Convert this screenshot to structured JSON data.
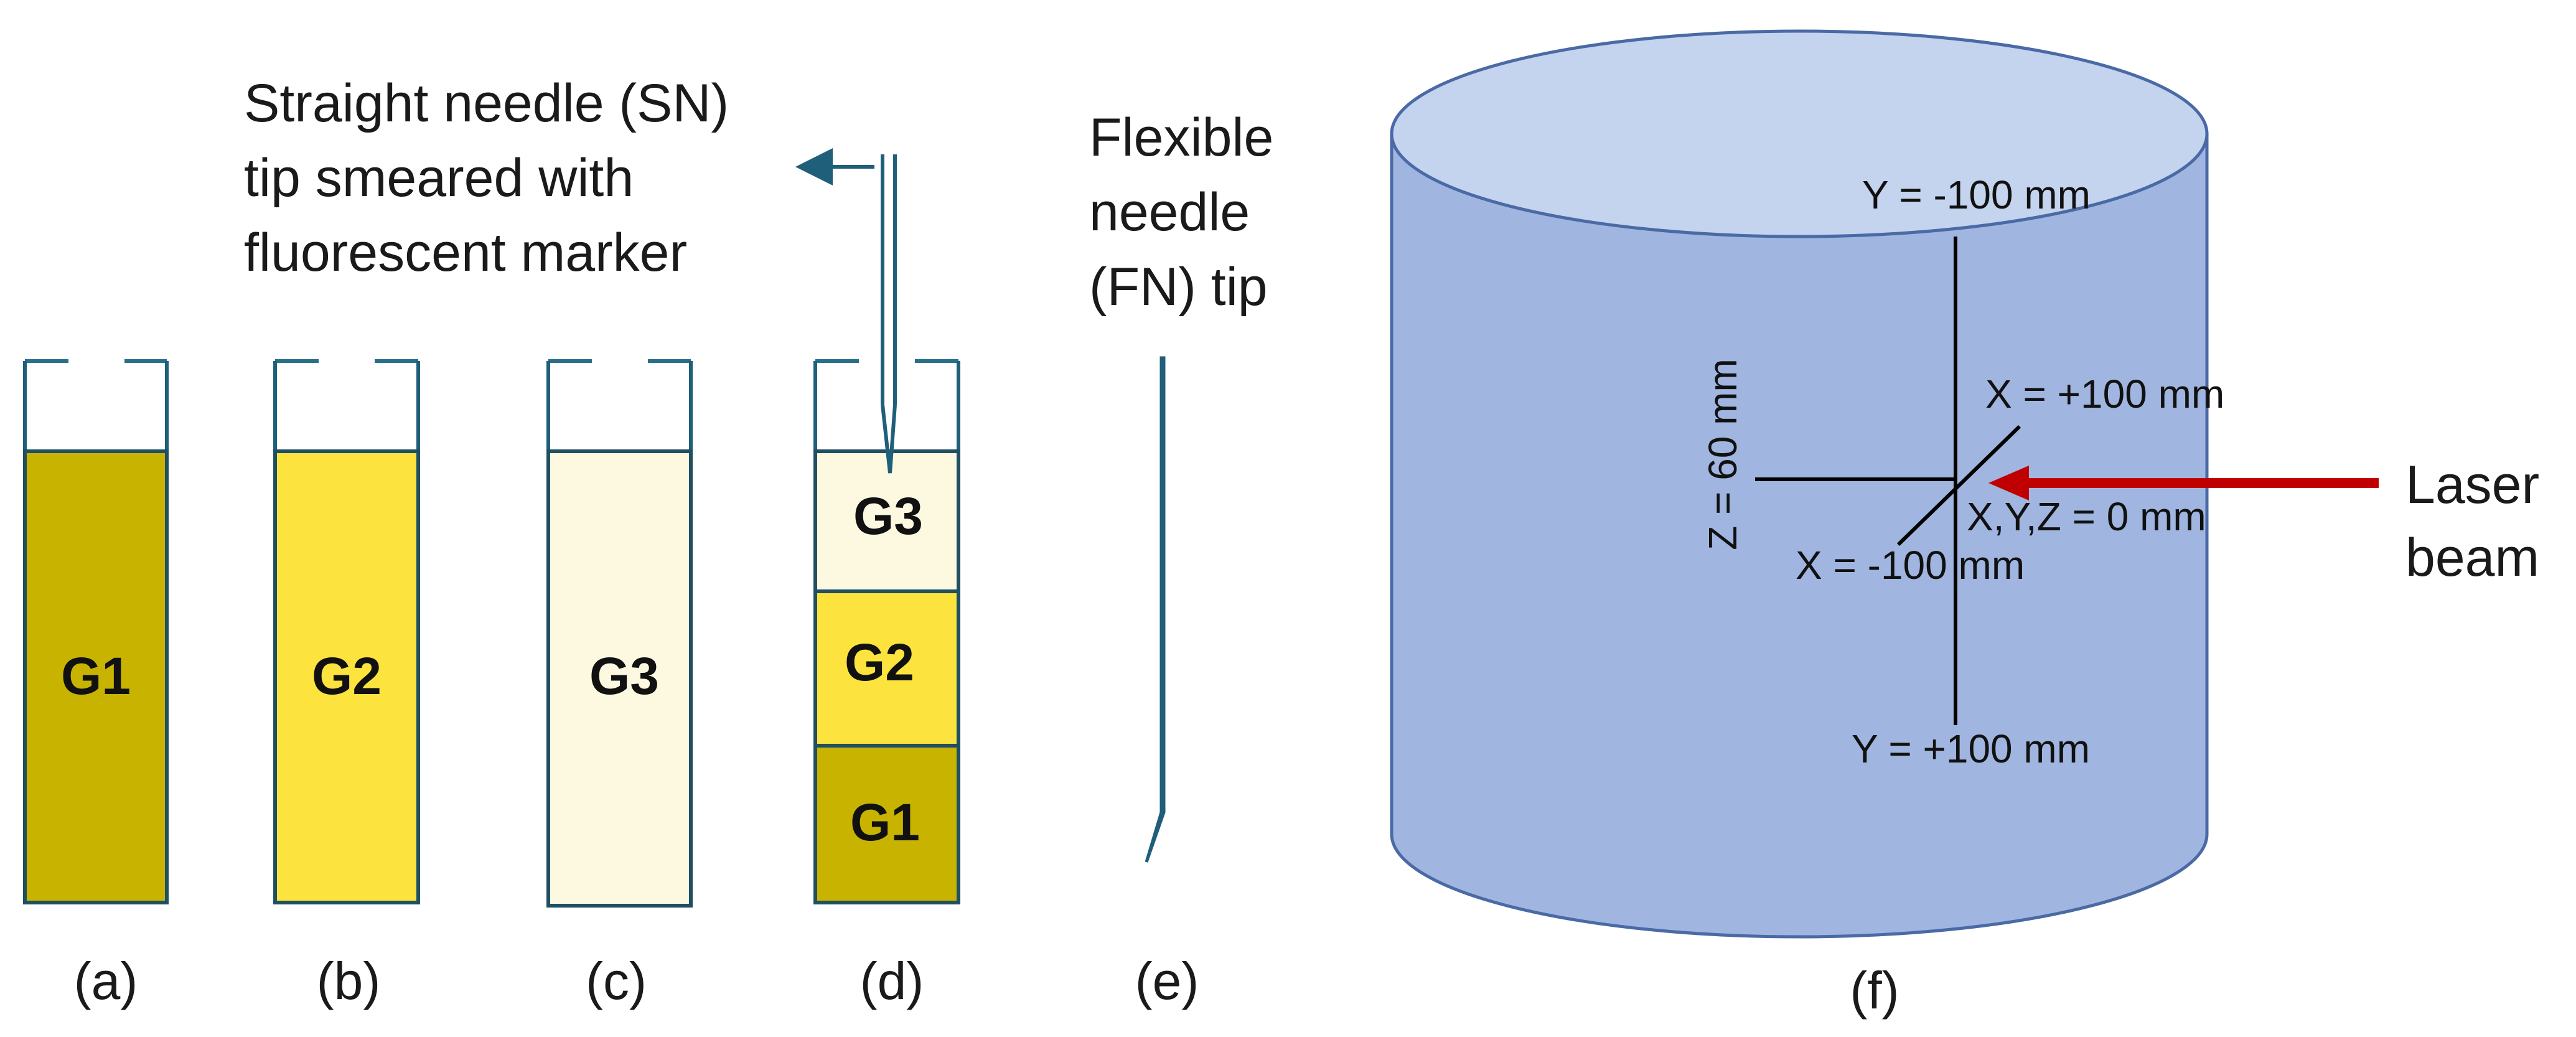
{
  "colors": {
    "g1": "#c8b400",
    "g2": "#fce33d",
    "g3": "#fdf9e1",
    "tube_outline": "#1f5f7a",
    "cylinder_body": "#a0b6e0",
    "cylinder_top": "#c4d3ee",
    "cylinder_edge": "#4a6aa5",
    "laser": "#c00000"
  },
  "tubes": [
    {
      "caption": "(a)",
      "gel": "G1"
    },
    {
      "caption": "(b)",
      "gel": "G2"
    },
    {
      "caption": "(c)",
      "gel": "G3"
    },
    {
      "caption": "(d)",
      "layers": [
        "G3",
        "G2",
        "G1"
      ]
    }
  ],
  "straight_needle": {
    "line1": "Straight needle (SN)",
    "line2": "tip smeared with",
    "line3": "fluorescent marker"
  },
  "flexible_needle": {
    "line1": "Flexible",
    "line2": "needle",
    "line3": "(FN) tip",
    "caption": "(e)"
  },
  "cylinder": {
    "caption": "(f)",
    "y_minus": "Y = -100 mm",
    "y_plus": "Y = +100 mm",
    "x_plus": "X = +100 mm",
    "x_minus": "X = -100 mm",
    "origin": "X,Y,Z = 0 mm",
    "z_label": "Z = 60 mm"
  },
  "laser": {
    "line1": "Laser",
    "line2": "beam"
  }
}
